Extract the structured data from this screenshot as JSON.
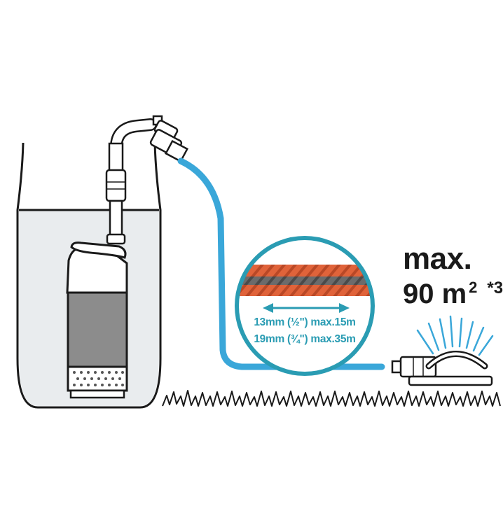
{
  "area": {
    "max_label": "max.",
    "value": "90 m",
    "superscript": "2",
    "footnote": "*3"
  },
  "hose_specs": [
    {
      "text": "13mm (½\") max.15m"
    },
    {
      "text": "19mm (¾\") max.35m"
    }
  ],
  "icons": [
    "water-tank-icon",
    "submersible-pump-icon",
    "tap-valve-icon",
    "garden-hose-icon",
    "hose-magnifier-icon",
    "lawn-sprinkler-icon",
    "grass-icon"
  ],
  "colors": {
    "hose": "#3aa7d9",
    "accent_teal": "#2a9cb3",
    "hose_orange": "#e0633a",
    "hose_grey": "#6b6b6b",
    "outline": "#1a1a1a",
    "pump_grey": "#8c8c8c"
  }
}
